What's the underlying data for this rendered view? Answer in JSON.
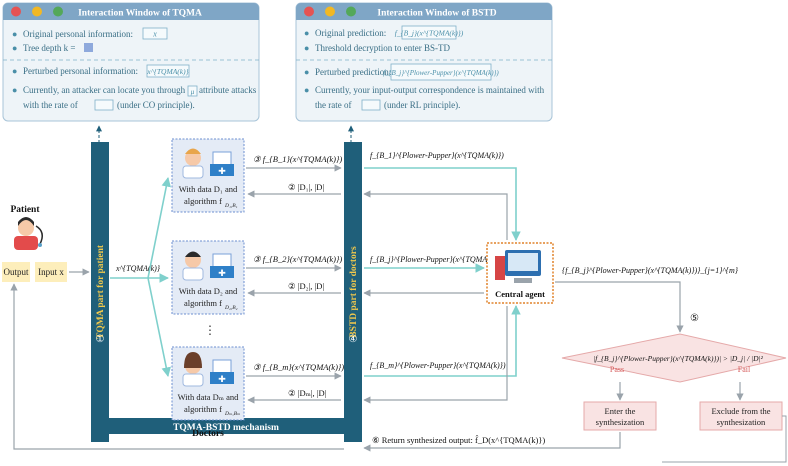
{
  "window_left": {
    "title": "Interaction Window of TQMA",
    "items": [
      "Original personal information:",
      "Tree depth k =",
      "Perturbed personal information:",
      "Currently, an attacker can locate you through",
      "attribute attacks",
      "with the rate of",
      "(under CO principle)."
    ],
    "field_values": [
      "x",
      "x^{TQMA(k)}",
      "μ"
    ]
  },
  "window_right": {
    "title": "Interaction Window of BSTD",
    "items": [
      "Original prediction:",
      "Threshold decryption to enter BS-TD",
      "Perturbed prediction:",
      "Currently, your input-output correspondence is maintained with",
      "the rate of",
      "(under RL principle)."
    ],
    "field_values": [
      "f_{B_j}(x^{TQMA(k)})",
      "f_{B_j}^{Plower-Pupper}(x^{TQMA(k)})"
    ]
  },
  "patient": {
    "label": "Patient",
    "output_label": "Output",
    "input_label": "Input x"
  },
  "columns": {
    "left_label": "TQMA part for patient",
    "left_num": "①",
    "right_label": "BSTD part for doctors",
    "right_num": "④",
    "bottom_label": "TQMA-BSTD mechanism"
  },
  "perturbed_input": "x^{TQMA(k)}",
  "doctors": {
    "label": "Doctors",
    "ellipsis": "⋮",
    "cards": [
      {
        "line1": "With data D₁ and",
        "line2": "algorithm f",
        "sub": "D₁,B₁"
      },
      {
        "line1": "With data D₂ and",
        "line2": "algorithm f",
        "sub": "D₂,B₂"
      },
      {
        "line1": "With data Dₘ and",
        "line2": "algorithm f",
        "sub": "Dₘ,Bₘ"
      }
    ]
  },
  "arrows": {
    "step3": [
      "③ f_{B_1}(x^{TQMA(k)})",
      "③ f_{B_2}(x^{TQMA(k)})",
      "③ f_{B_m}(x^{TQMA(k)})"
    ],
    "step2": [
      "② |D₁|, |D|",
      "② |D₂|, |D|",
      "② |Dₘ|, |D|"
    ],
    "perturbed_preds": [
      "f_{B_1}^{Plower-Pupper}(x^{TQMA(k)})",
      "f_{B_j}^{Plower-Pupper}(x^{TQMA(k)})",
      "f_{B_m}^{Plower-Pupper}(x^{TQMA(k)})"
    ]
  },
  "central_agent": {
    "label": "Central agent"
  },
  "set_label": "{f_{B_j}^{Plower-Pupper}(x^{TQMA(k)})}_{j=1}^{m}",
  "step5": "⑤",
  "decision": {
    "condition": "|f_{B_j}^{Plower-Pupper}(x^{TQMA(k)})| > |D_j| / |D|²",
    "pass_label": "Pass",
    "fail_label": "Fail",
    "pass_box": [
      "Enter the",
      "synthesization"
    ],
    "fail_box": [
      "Exclude from the",
      "synthesization"
    ]
  },
  "return_output": "⑥ Return synthesized output: f̂_D(x^{TQMA(k)})",
  "colors": {
    "window_bg": "#eef4f8",
    "window_title": "#7fa6c6",
    "teal_dark": "#1f5f7a",
    "arrow_teal": "#7fd0cc",
    "arrow_grey": "#9aa3ab",
    "dot_red": "#e55353",
    "dot_yellow": "#f2b824",
    "dot_green": "#54a85a",
    "pink_fill": "#f9e3e3",
    "patient_io": "#fdeebb"
  }
}
